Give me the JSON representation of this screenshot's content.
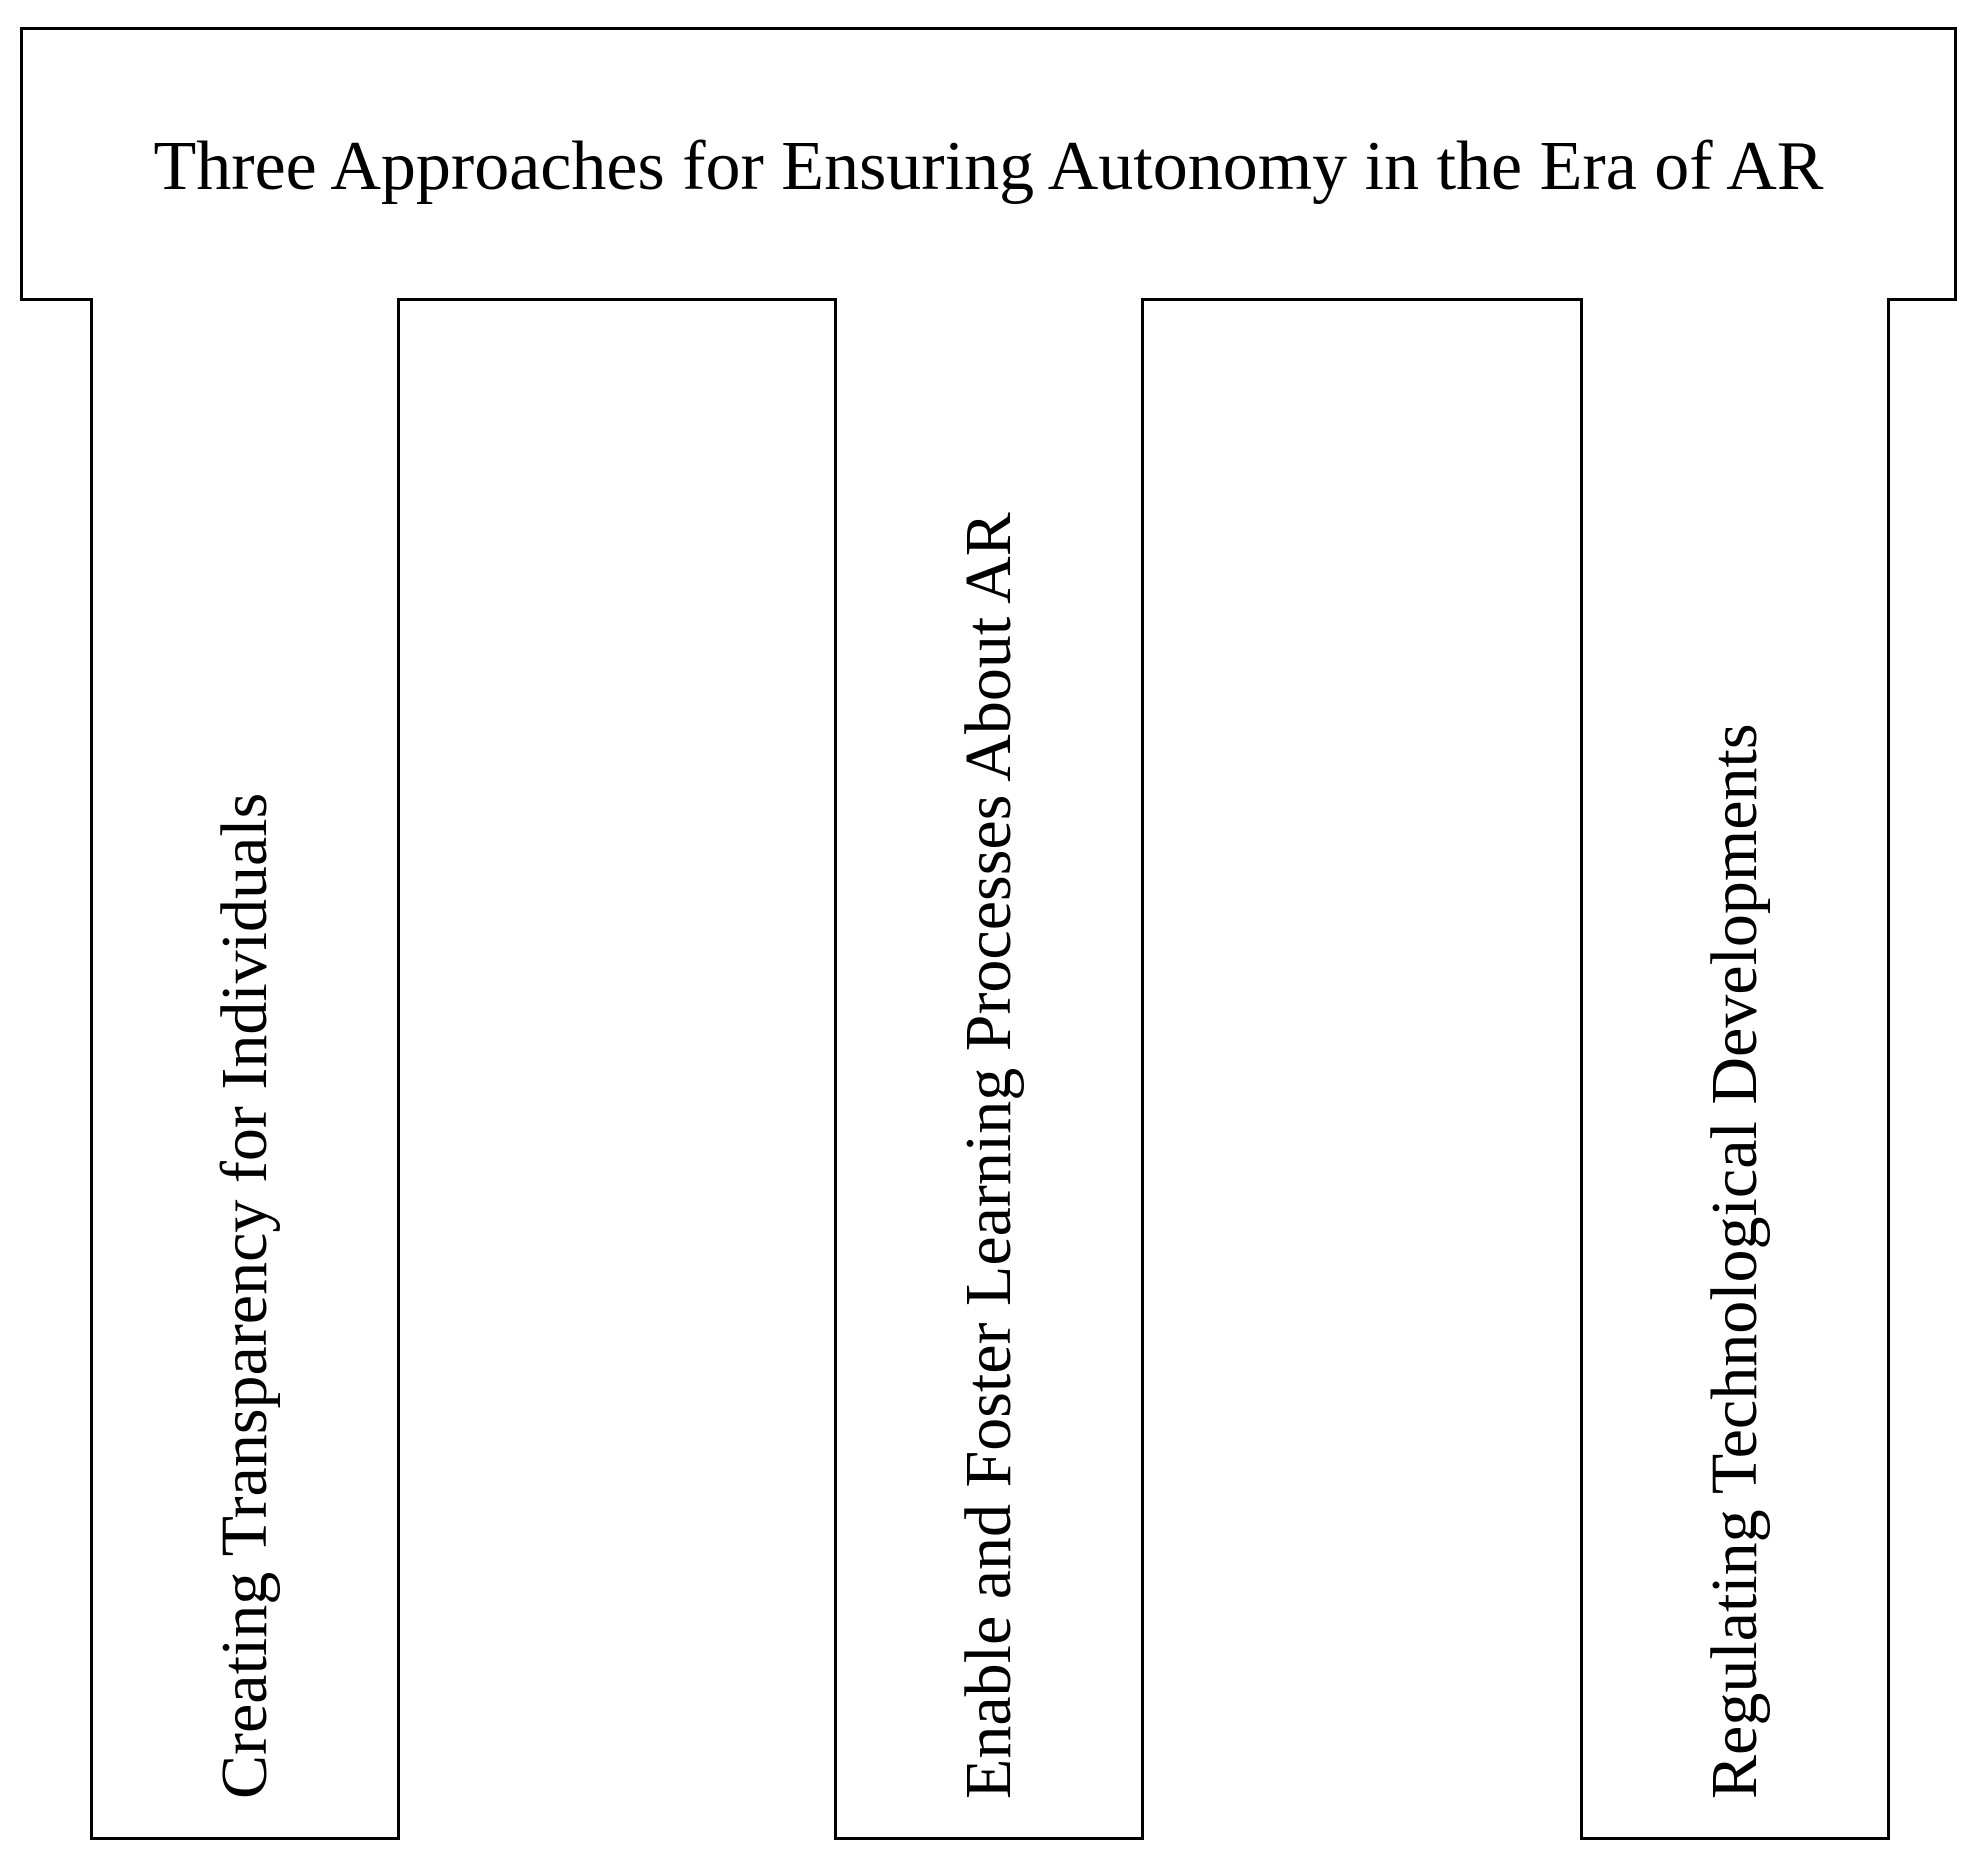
{
  "diagram": {
    "title": "Three Approaches for Ensuring Autonomy in the Era of AR",
    "pillars": [
      {
        "label": "Creating Transparency for Individuals"
      },
      {
        "label": "Enable and Foster Learning Processes About AR"
      },
      {
        "label": "Regulating Technological Developments"
      }
    ]
  },
  "colors": {
    "stroke": "#000000",
    "background": "#ffffff"
  }
}
